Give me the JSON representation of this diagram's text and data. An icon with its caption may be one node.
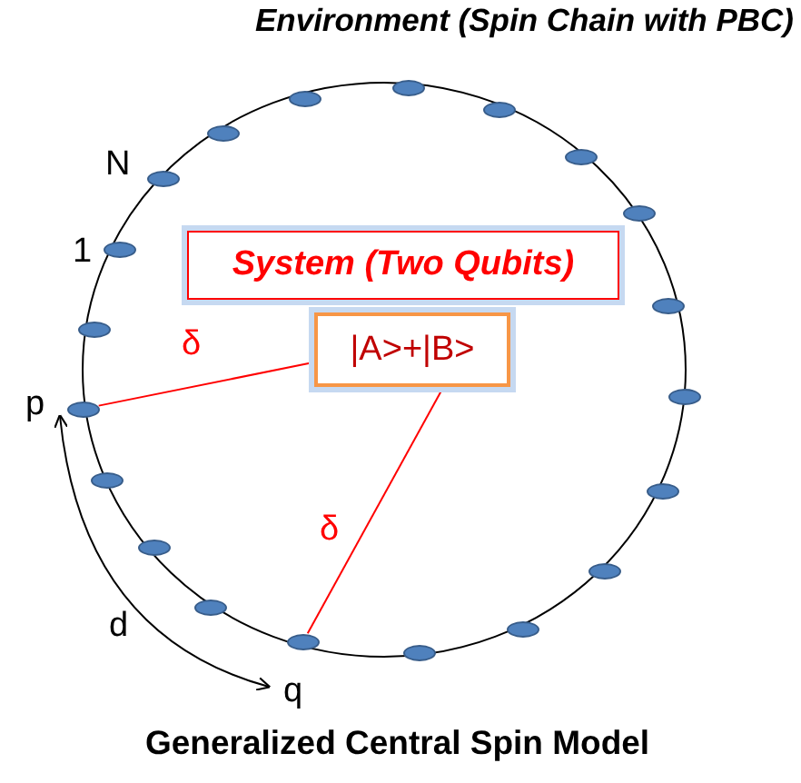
{
  "diagram": {
    "caption": "Generalized Central Spin Model",
    "nodes": [
      {
        "text": [
          "Environment (Spin Chain with PBC)"
        ]
      },
      {
        "text": [
          "System (Two Qubits)"
        ],
        "in": 0
      },
      {
        "text": [
          "|A>+|B>"
        ],
        "in": 0
      },
      {
        "text": [],
        "shape": "circle"
      },
      {
        "text": [],
        "shape": "circle"
      },
      {
        "text": [],
        "shape": "circle"
      },
      {
        "text": [],
        "shape": "circle"
      },
      {
        "text": [],
        "shape": "circle"
      },
      {
        "text": [],
        "shape": "circle"
      },
      {
        "text": [],
        "shape": "circle"
      },
      {
        "text": [],
        "shape": "circle"
      },
      {
        "text": [],
        "shape": "circle"
      },
      {
        "text": [],
        "shape": "circle"
      },
      {
        "text": [],
        "shape": "circle"
      },
      {
        "text": [],
        "shape": "circle"
      },
      {
        "text": [],
        "shape": "circle"
      },
      {
        "text": [],
        "shape": "circle"
      },
      {
        "text": [],
        "shape": "circle"
      },
      {
        "text": [],
        "shape": "circle",
        "beside": [
          "p"
        ]
      },
      {
        "text": [],
        "shape": "circle"
      },
      {
        "text": [],
        "shape": "circle",
        "beside": [
          "1"
        ]
      },
      {
        "text": [],
        "shape": "circle",
        "beside": [
          "N"
        ]
      },
      {
        "text": [],
        "shape": "circle"
      }
    ],
    "edges": [
      {
        "from": 2,
        "to": 18,
        "arrow": "none",
        "label": "δ",
        "color": "#ff0000"
      },
      {
        "from": 2,
        "to": 14,
        "arrow": "none",
        "label": "δ",
        "color": "#ff0000"
      }
    ],
    "labels": [
      "d",
      "q"
    ]
  }
}
